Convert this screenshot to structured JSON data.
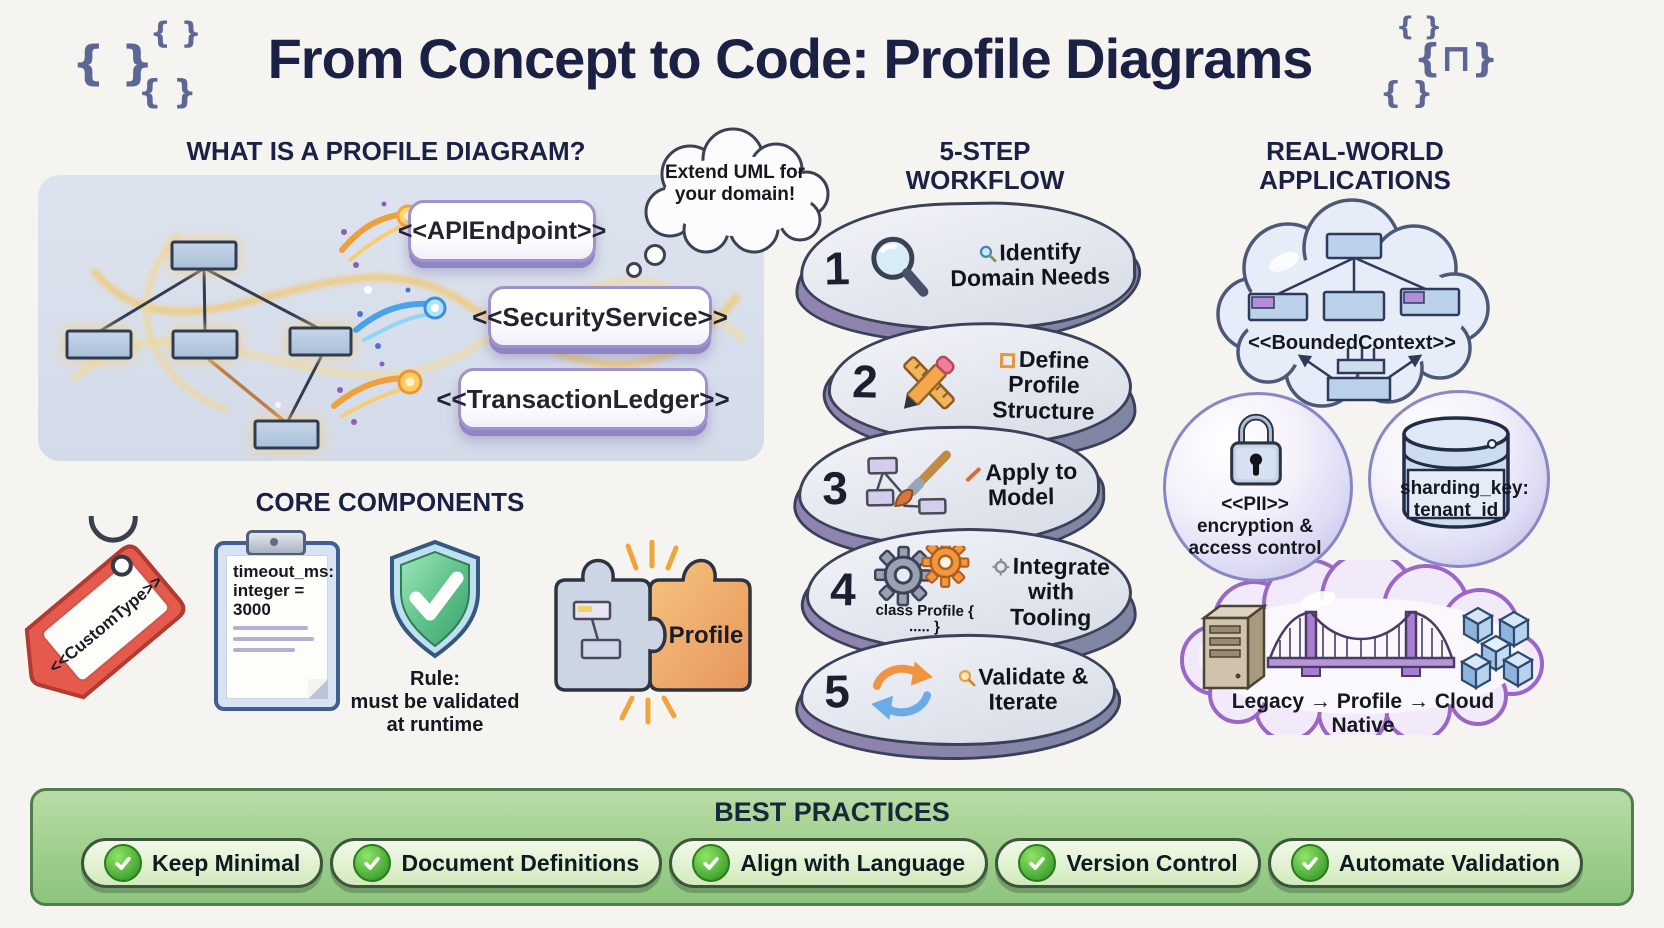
{
  "title": "From Concept to Code: Profile Diagrams",
  "decor": {
    "left_braces": [
      "{ }",
      "{ }",
      "{ }"
    ],
    "right_braces": [
      "{ }",
      "{⊓}",
      "{ }"
    ]
  },
  "what_section": {
    "heading": "WHAT IS A PROFILE DIAGRAM?",
    "thought_bubble": "Extend UML for your domain!",
    "stereotypes": [
      "<<APIEndpoint>>",
      "<<SecurityService>>",
      "<<TransactionLedger>>"
    ],
    "icons": [
      "uml-class-tree",
      "orange-comet",
      "blue-comet",
      "magic-swirl"
    ]
  },
  "core_section": {
    "heading": "CORE COMPONENTS",
    "tag_label": "<<CustomType>>",
    "clipboard_lines": [
      "timeout_ms:",
      "integer =",
      "3000"
    ],
    "shield_lines": [
      "Rule:",
      "must be validated",
      "at runtime"
    ],
    "puzzle_label": "Profile",
    "icons": [
      "price-tag",
      "clipboard",
      "shield-check",
      "puzzle-pieces"
    ]
  },
  "workflow_section": {
    "heading": "5-STEP WORKFLOW",
    "steps": [
      {
        "num": "1",
        "icon": "magnifying-glass",
        "label": "Identify Domain Needs"
      },
      {
        "num": "2",
        "icon": "pencil-and-ruler",
        "label": "Define Profile Structure"
      },
      {
        "num": "3",
        "icon": "paintbrush-on-model",
        "label": "Apply to Model"
      },
      {
        "num": "4",
        "icon": "gears",
        "caption": "class Profile { ..... }",
        "label": "Integrate with Tooling"
      },
      {
        "num": "5",
        "icon": "refresh-arrows",
        "label": "Validate & Iterate"
      }
    ]
  },
  "applications_section": {
    "heading": "REAL-WORLD APPLICATIONS",
    "cloud_label": "<<BoundedContext>>",
    "lock_lines": [
      "<<PII>>",
      "encryption &",
      "access control"
    ],
    "database_lines": [
      "sharding_key:",
      "tenant_id"
    ],
    "migration_label": "Legacy → Profile → Cloud Native",
    "icons": [
      "cloud",
      "padlock",
      "database-cylinder",
      "legacy-server",
      "bridge",
      "cloud-cubes"
    ]
  },
  "best_practices": {
    "heading": "BEST PRACTICES",
    "items": [
      "Keep Minimal",
      "Document Definitions",
      "Align with Language",
      "Version Control",
      "Automate Validation"
    ]
  }
}
